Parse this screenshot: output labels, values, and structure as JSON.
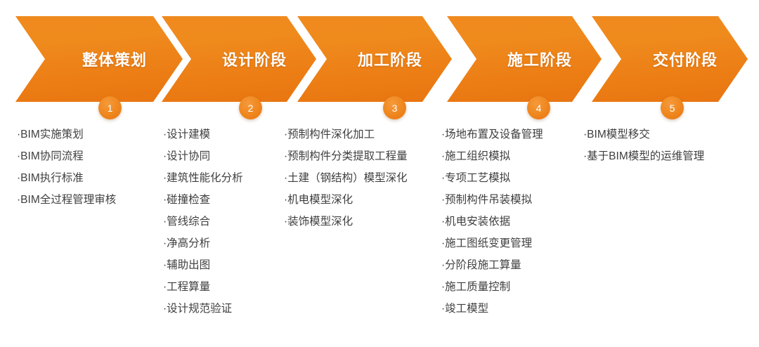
{
  "diagram": {
    "title_accent_color": "#ef8a1d",
    "badge_color": "#f08a22",
    "text_color": "#3f3f3f",
    "background_color": "#ffffff",
    "stages": [
      {
        "number": "1",
        "title": "整体策划",
        "items": [
          "BIM实施策划",
          "BIM协同流程",
          "BIM执行标准",
          "BIM全过程管理审核"
        ]
      },
      {
        "number": "2",
        "title": "设计阶段",
        "items": [
          "设计建模",
          "设计协同",
          "建筑性能化分析",
          "碰撞检查",
          "管线综合",
          "净高分析",
          "辅助出图",
          "工程算量",
          "设计规范验证"
        ]
      },
      {
        "number": "3",
        "title": "加工阶段",
        "items": [
          "预制构件深化加工",
          "预制构件分类提取工程量",
          "土建（钢结构）模型深化",
          "机电模型深化",
          "装饰模型深化"
        ]
      },
      {
        "number": "4",
        "title": "施工阶段",
        "items": [
          "场地布置及设备管理",
          "施工组织模拟",
          "专项工艺模拟",
          "预制构件吊装模拟",
          "机电安装依据",
          "施工图纸变更管理",
          "分阶段施工算量",
          "施工质量控制",
          "竣工模型"
        ]
      },
      {
        "number": "5",
        "title": "交付阶段",
        "items": [
          "BIM模型移交",
          "基于BIM模型的运维管理"
        ]
      }
    ]
  }
}
